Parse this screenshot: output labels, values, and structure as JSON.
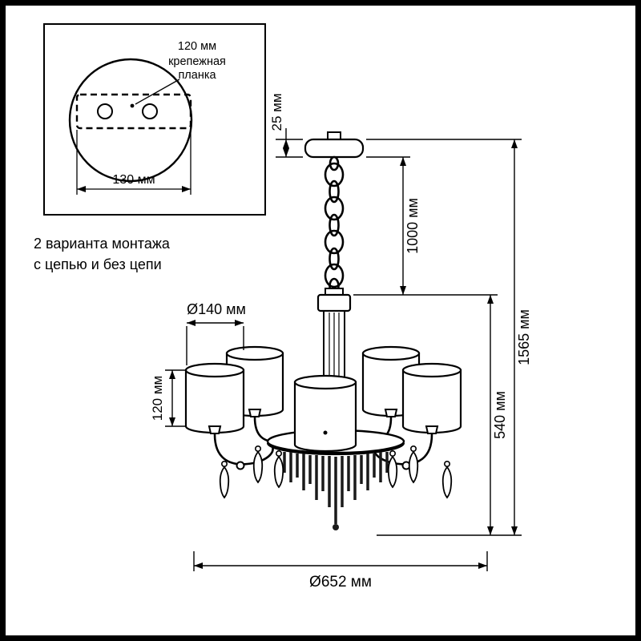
{
  "inset": {
    "hole_spacing": "120 мм",
    "plate_line1": "крепежная",
    "plate_line2": "планка",
    "plate_width": "130 мм"
  },
  "note_line1": "2 варианта монтажа",
  "note_line2": "с цепью и без цепи",
  "dimensions": {
    "canopy_height": "25 мм",
    "chain_length": "1000 мм",
    "total_height": "1565 мм",
    "body_height": "540 мм",
    "shade_diameter": "Ø140 мм",
    "shade_height": "120 мм",
    "total_diameter": "Ø652 мм"
  },
  "colors": {
    "line": "#000000",
    "background": "#ffffff"
  }
}
